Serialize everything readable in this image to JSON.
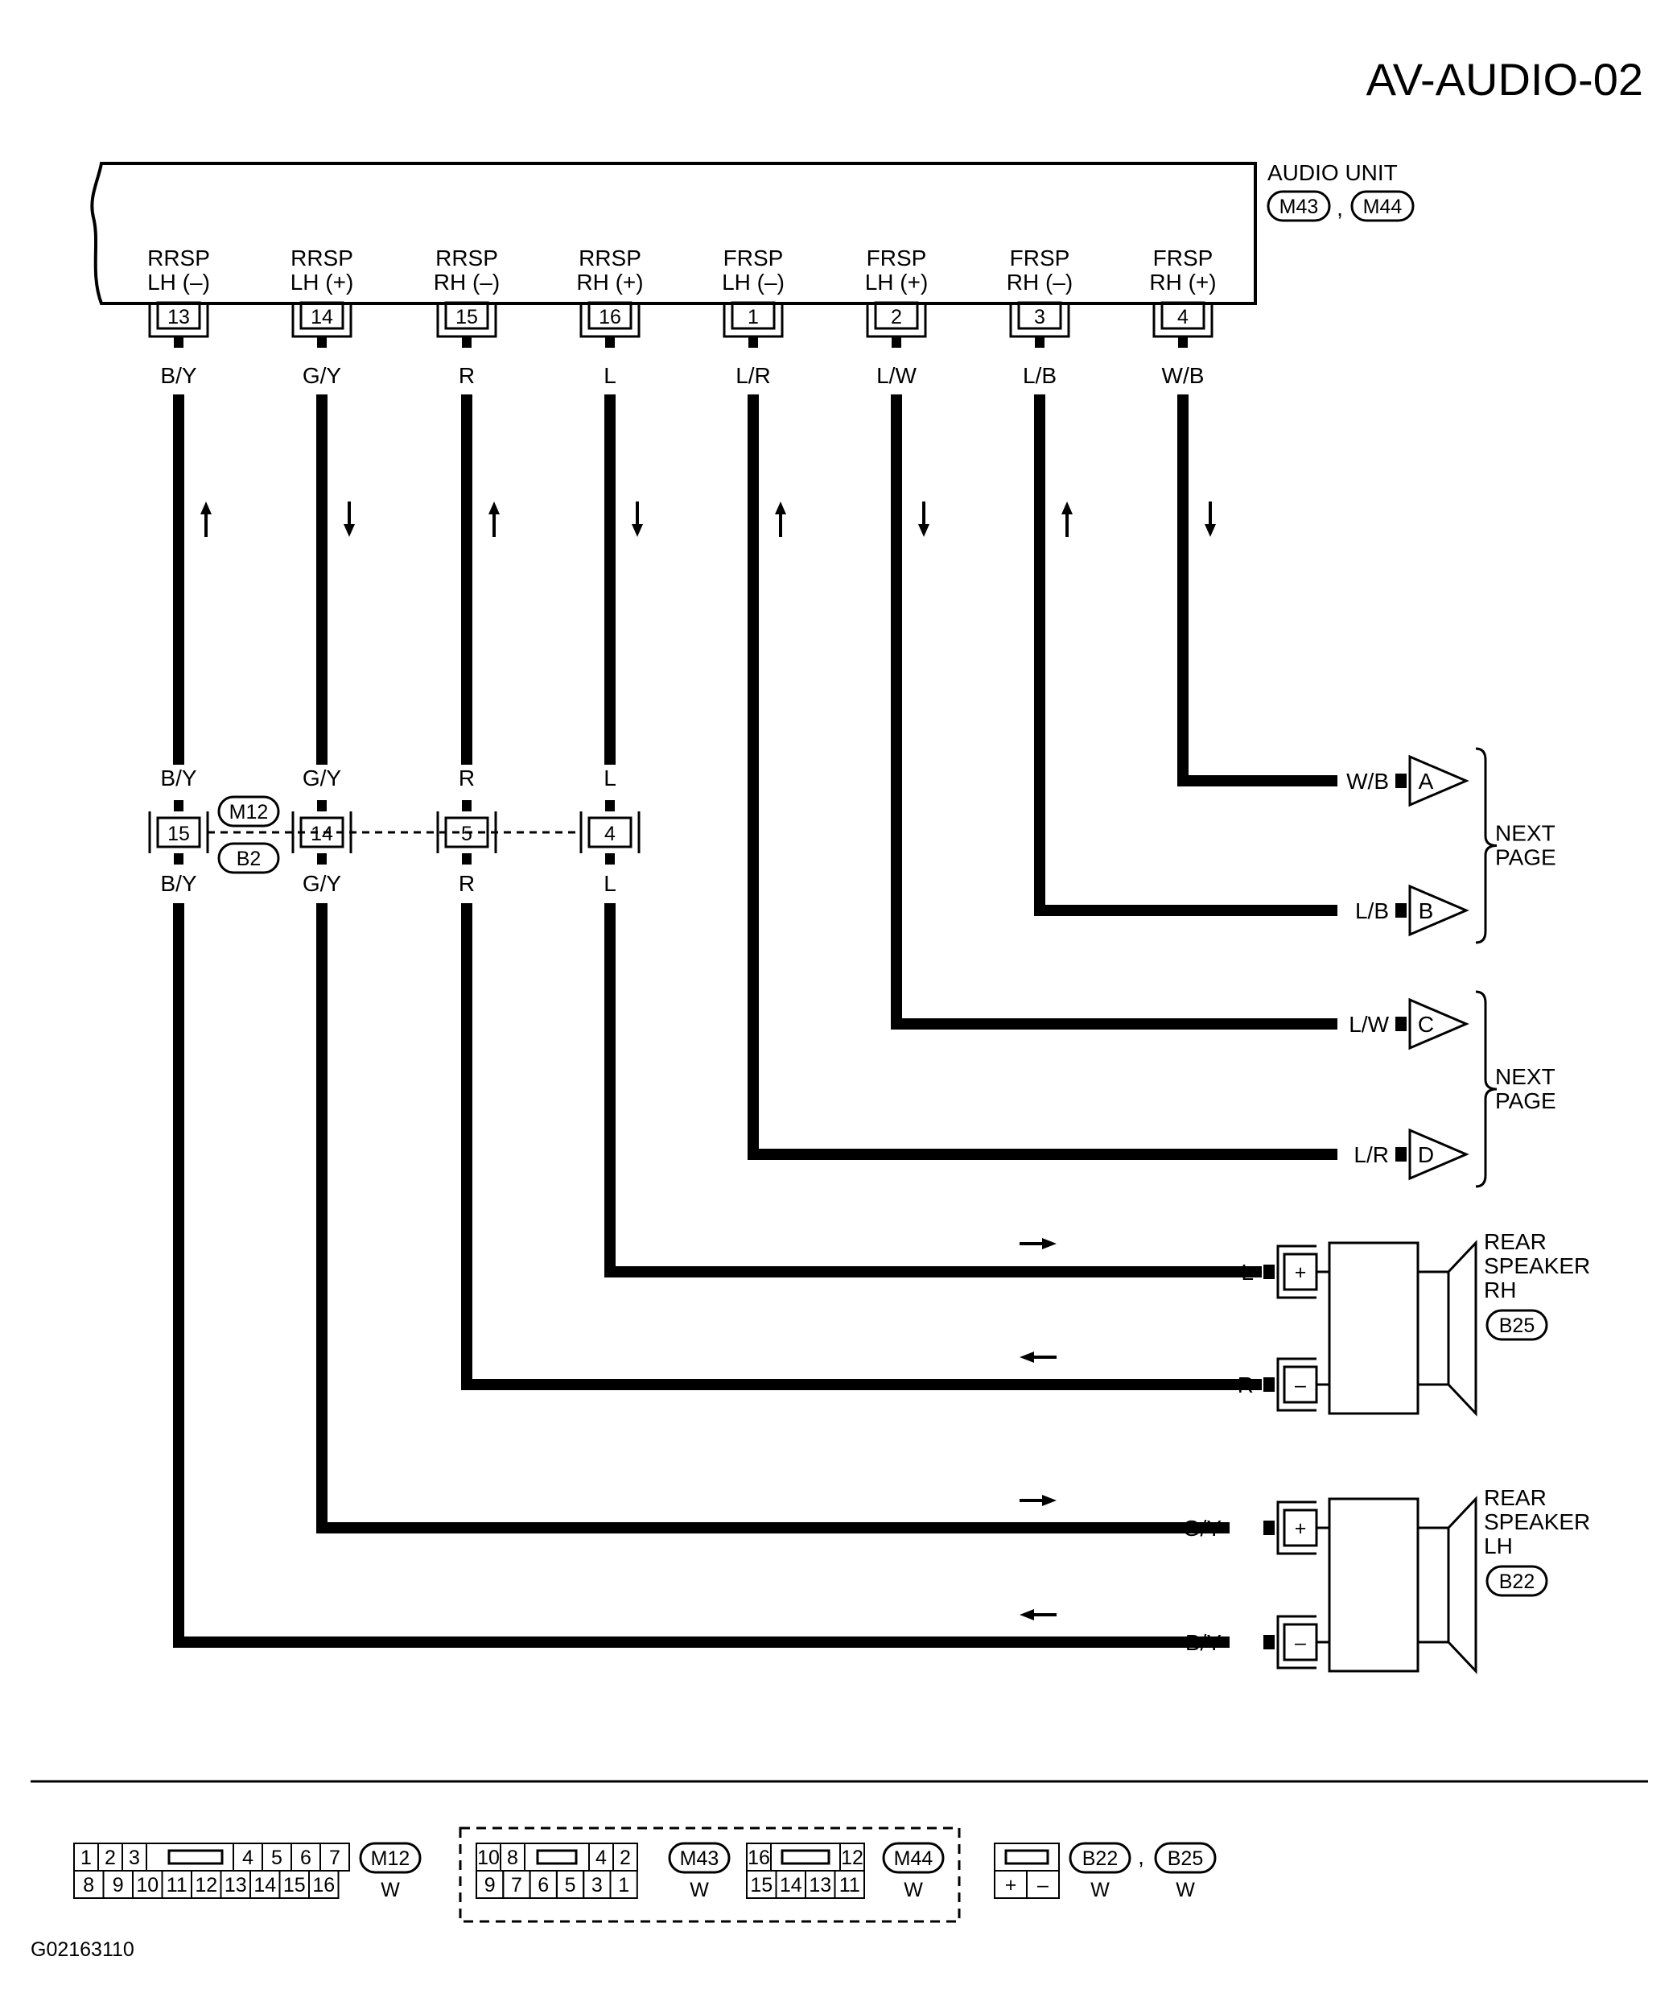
{
  "page": {
    "code": "AV-AUDIO-02",
    "figure_id": "G02163110",
    "wire_mark": "W"
  },
  "audio_unit": {
    "title": "AUDIO UNIT",
    "connectors": [
      "M43",
      "M44"
    ],
    "terminals": [
      {
        "line1": "RRSP",
        "line2": "LH (–)",
        "pin": "13",
        "color": "B/Y",
        "dir": "up"
      },
      {
        "line1": "RRSP",
        "line2": "LH (+)",
        "pin": "14",
        "color": "G/Y",
        "dir": "down"
      },
      {
        "line1": "RRSP",
        "line2": "RH (–)",
        "pin": "15",
        "color": "R",
        "dir": "up"
      },
      {
        "line1": "RRSP",
        "line2": "RH (+)",
        "pin": "16",
        "color": "L",
        "dir": "down"
      },
      {
        "line1": "FRSP",
        "line2": "LH (–)",
        "pin": "1",
        "color": "L/R",
        "dir": "up"
      },
      {
        "line1": "FRSP",
        "line2": "LH (+)",
        "pin": "2",
        "color": "L/W",
        "dir": "down"
      },
      {
        "line1": "FRSP",
        "line2": "RH (–)",
        "pin": "3",
        "color": "L/B",
        "dir": "up"
      },
      {
        "line1": "FRSP",
        "line2": "RH (+)",
        "pin": "4",
        "color": "W/B",
        "dir": "down"
      }
    ]
  },
  "joint_connector": {
    "ids": [
      "M12",
      "B2"
    ],
    "pins": [
      {
        "pin": "15",
        "color": "B/Y"
      },
      {
        "pin": "14",
        "color": "G/Y"
      },
      {
        "pin": "5",
        "color": "R"
      },
      {
        "pin": "4",
        "color": "L"
      }
    ]
  },
  "next_page": {
    "label_line1": "NEXT",
    "label_line2": "PAGE",
    "links": [
      {
        "id": "A",
        "color": "W/B"
      },
      {
        "id": "B",
        "color": "L/B"
      },
      {
        "id": "C",
        "color": "L/W"
      },
      {
        "id": "D",
        "color": "L/R"
      }
    ]
  },
  "speakers": [
    {
      "line1": "REAR",
      "line2": "SPEAKER",
      "line3": "RH",
      "connector": "B25",
      "plus_color": "L",
      "minus_color": "R",
      "plus_sign": "+",
      "minus_sign": "–"
    },
    {
      "line1": "REAR",
      "line2": "SPEAKER",
      "line3": "LH",
      "connector": "B22",
      "plus_color": "G/Y",
      "minus_color": "B/Y",
      "plus_sign": "+",
      "minus_sign": "–"
    }
  ],
  "connector_views": {
    "m12": {
      "id": "M12",
      "top": [
        "1",
        "2",
        "3",
        "4",
        "5",
        "6",
        "7"
      ],
      "bottom": [
        "8",
        "9",
        "10",
        "11",
        "12",
        "13",
        "14",
        "15",
        "16"
      ]
    },
    "m43": {
      "id": "M43",
      "top": [
        "10",
        "8",
        "4",
        "2"
      ],
      "bottom": [
        "9",
        "7",
        "6",
        "5",
        "3",
        "1"
      ]
    },
    "m44": {
      "id": "M44",
      "top": [
        "16",
        "12"
      ],
      "bottom": [
        "15",
        "14",
        "13",
        "11"
      ]
    },
    "b22_b25": {
      "ids": [
        "B22",
        "B25"
      ],
      "pins": [
        "+",
        "–"
      ]
    }
  }
}
